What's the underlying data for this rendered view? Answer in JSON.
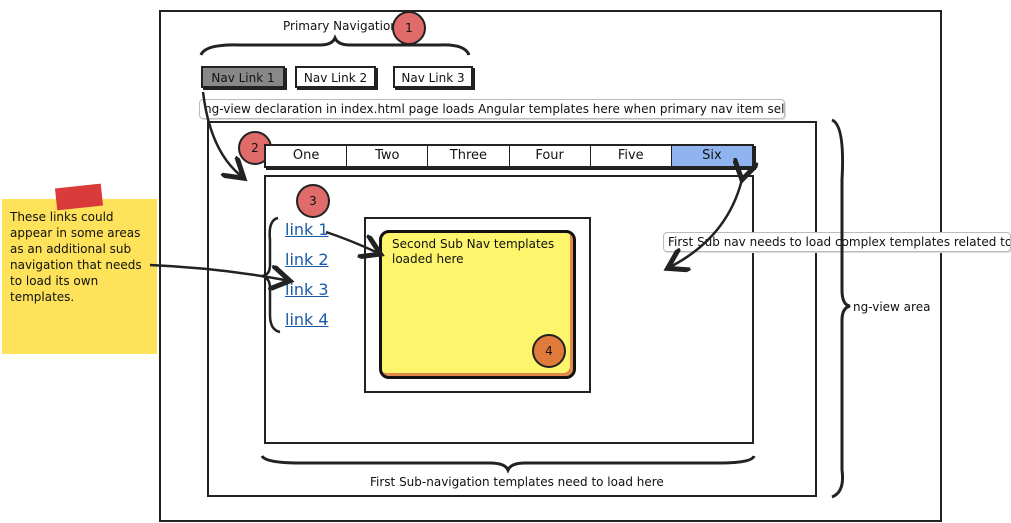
{
  "primary_nav": {
    "title": "Primary Navigation",
    "badge": "1",
    "links": [
      {
        "label": "Nav Link 1",
        "active": true
      },
      {
        "label": "Nav Link 2",
        "active": false
      },
      {
        "label": "Nav Link 3",
        "active": false
      }
    ]
  },
  "ng_view_note": "ng-view declaration in index.html page loads Angular templates here when primary nav item selected.",
  "sub_nav": {
    "badge": "2",
    "tabs": [
      {
        "label": "One",
        "active": false
      },
      {
        "label": "Two",
        "active": false
      },
      {
        "label": "Three",
        "active": false
      },
      {
        "label": "Four",
        "active": false
      },
      {
        "label": "Five",
        "active": false
      },
      {
        "label": "Six",
        "active": true
      }
    ]
  },
  "first_sub_nav_note": "First Sub nav needs to load complex templates related to dif",
  "secondary_links": {
    "badge": "3",
    "items": [
      "link 1",
      "link 2",
      "link 3",
      "link 4"
    ]
  },
  "second_sub_nav": {
    "text": "Second Sub Nav templates loaded here",
    "badge": "4"
  },
  "sticky_note": "These links could appear in some areas as an additional sub navigation that needs to load its own templates.",
  "ng_view_area_label": "ng-view area",
  "bottom_label": "First Sub-navigation templates need to load here",
  "colors": {
    "badge_red": "#e06b6b",
    "badge_orange": "#e17b3b",
    "active_tab": "#8fb4ef",
    "sticky": "#fde25a",
    "sticky_tape": "#d93b3b",
    "yellow_box": "#fdf56b",
    "link": "#1a5aa8"
  }
}
